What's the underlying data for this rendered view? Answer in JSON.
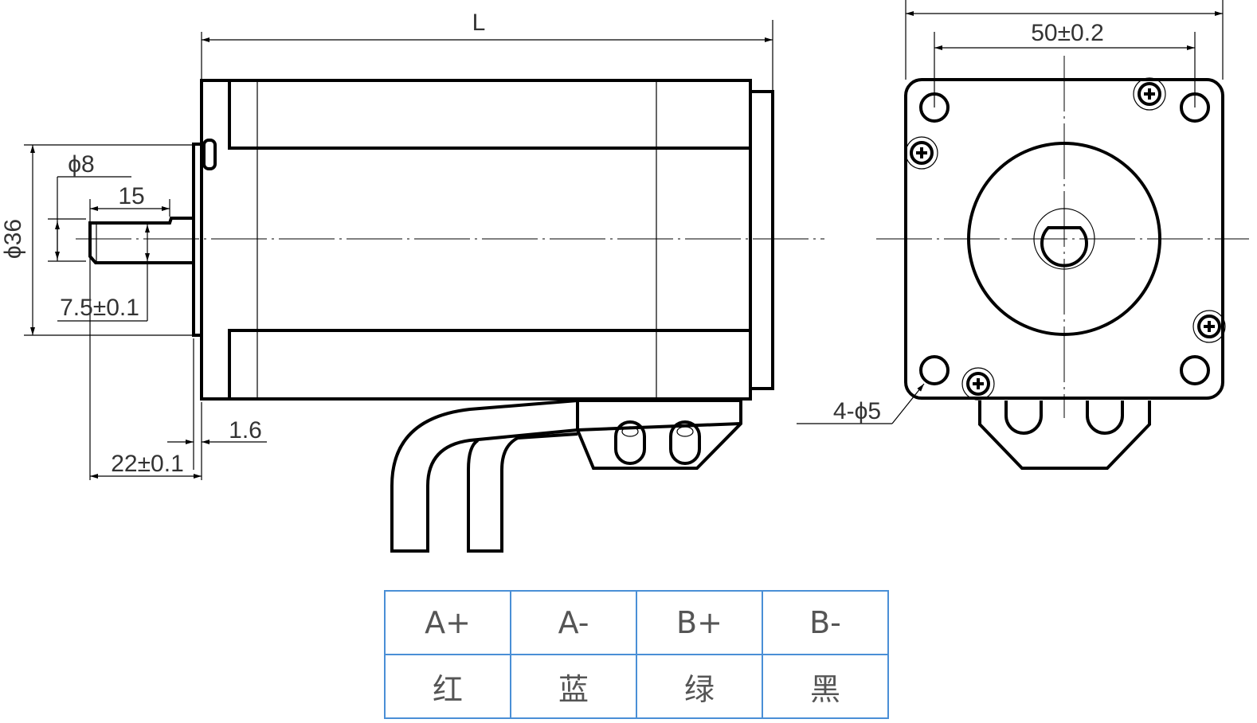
{
  "dimensions": {
    "length": "L",
    "flange_diameter": "ϕ36",
    "shaft_diameter": "ϕ8",
    "flat_length": "15",
    "flat_depth": "7.5±0.1",
    "shaft_length": "22±0.1",
    "flange_thickness": "1.6",
    "hole_spacing": "50±0.2",
    "mounting_holes": "4-ϕ5"
  },
  "wiring_table": {
    "terminals": [
      "A+",
      "A-",
      "B+",
      "B-"
    ],
    "colors": [
      "红",
      "蓝",
      "绿",
      "黑"
    ]
  },
  "colors": {
    "table_border": "#4a8fd6"
  }
}
